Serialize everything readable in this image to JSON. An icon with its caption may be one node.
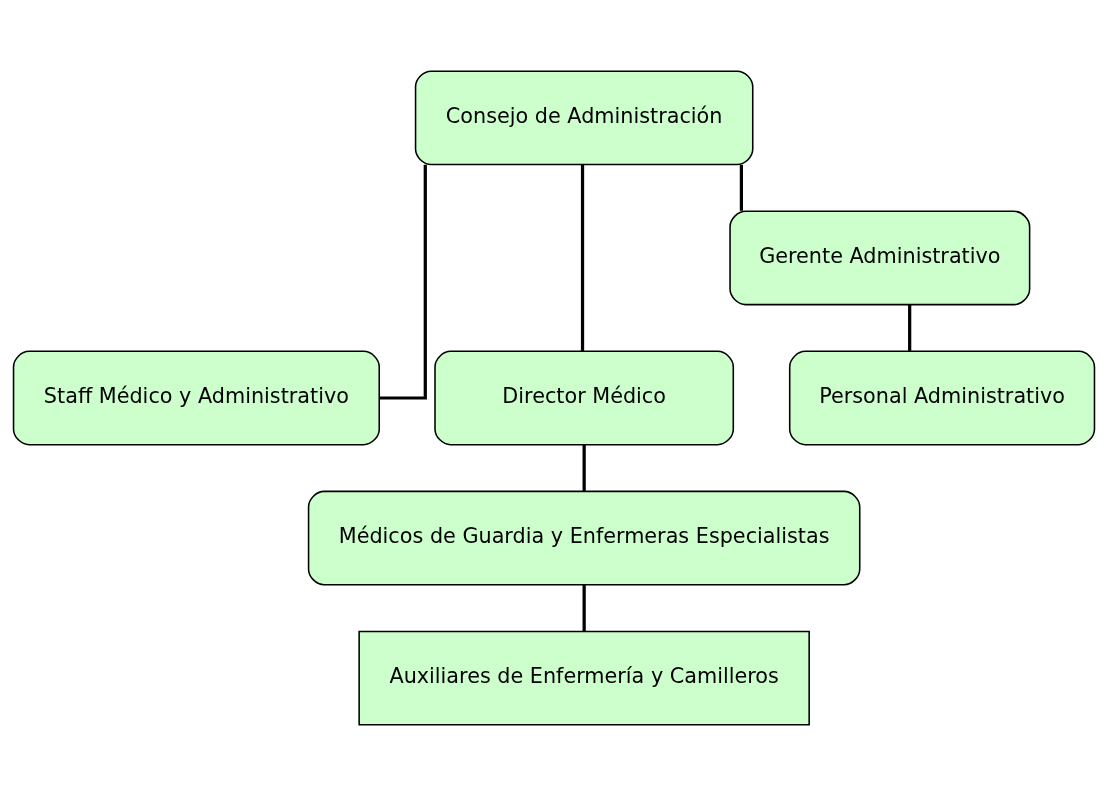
{
  "diagram": {
    "nodes": [
      {
        "text": [
          "Consejo de Administración"
        ]
      },
      {
        "text": [
          "Staff Médico y Administrativo"
        ]
      },
      {
        "text": [
          "Director Médico"
        ]
      },
      {
        "text": [
          "Gerente Administrativo"
        ]
      },
      {
        "text": [
          "Médicos de Guardia y Enfermeras Especialistas"
        ]
      },
      {
        "text": [
          "Personal Administrativo"
        ]
      },
      {
        "text": [
          "Auxiliares de Enfermería y Camilleros"
        ]
      }
    ],
    "edges": [
      {
        "from": 0,
        "to": 1,
        "arrow": "none"
      },
      {
        "from": 0,
        "to": 2,
        "arrow": "none"
      },
      {
        "from": 0,
        "to": 3,
        "arrow": "none"
      },
      {
        "from": 2,
        "to": 4,
        "arrow": "none"
      },
      {
        "from": 3,
        "to": 5,
        "arrow": "none"
      },
      {
        "from": 4,
        "to": 6,
        "arrow": "none"
      }
    ]
  }
}
